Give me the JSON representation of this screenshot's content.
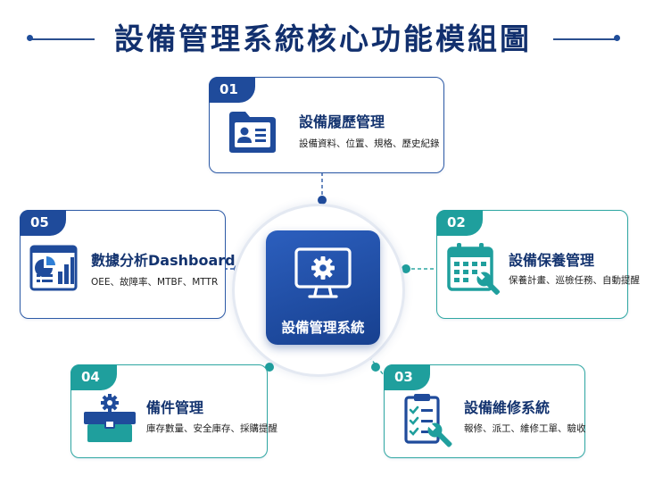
{
  "title": "設備管理系統核心功能模組圖",
  "center": {
    "label": "設備管理系統",
    "icon": "monitor-gear-icon"
  },
  "modules": [
    {
      "num": "01",
      "title": "設備履歷管理",
      "desc": "設備資料、位置、規格、歷史紀錄",
      "icon": "folder-id-icon",
      "color": "#1f4b9b"
    },
    {
      "num": "02",
      "title": "設備保養管理",
      "desc": "保養計畫、巡檢任務、自動提醒",
      "icon": "calendar-wrench-icon",
      "color": "#1f9f9d"
    },
    {
      "num": "03",
      "title": "設備維修系統",
      "desc": "報修、派工、維修工單、驗收",
      "icon": "checklist-wrench-icon",
      "color": "#1f9f9d"
    },
    {
      "num": "04",
      "title": "備件管理",
      "desc": "庫存數量、安全庫存、採購提醒",
      "icon": "toolbox-gear-icon",
      "color": "#1f9f9d"
    },
    {
      "num": "05",
      "title": "數據分析Dashboard",
      "desc": "OEE、故障率、MTBF、MTTR",
      "icon": "dashboard-chart-icon",
      "color": "#1f4b9b"
    }
  ]
}
